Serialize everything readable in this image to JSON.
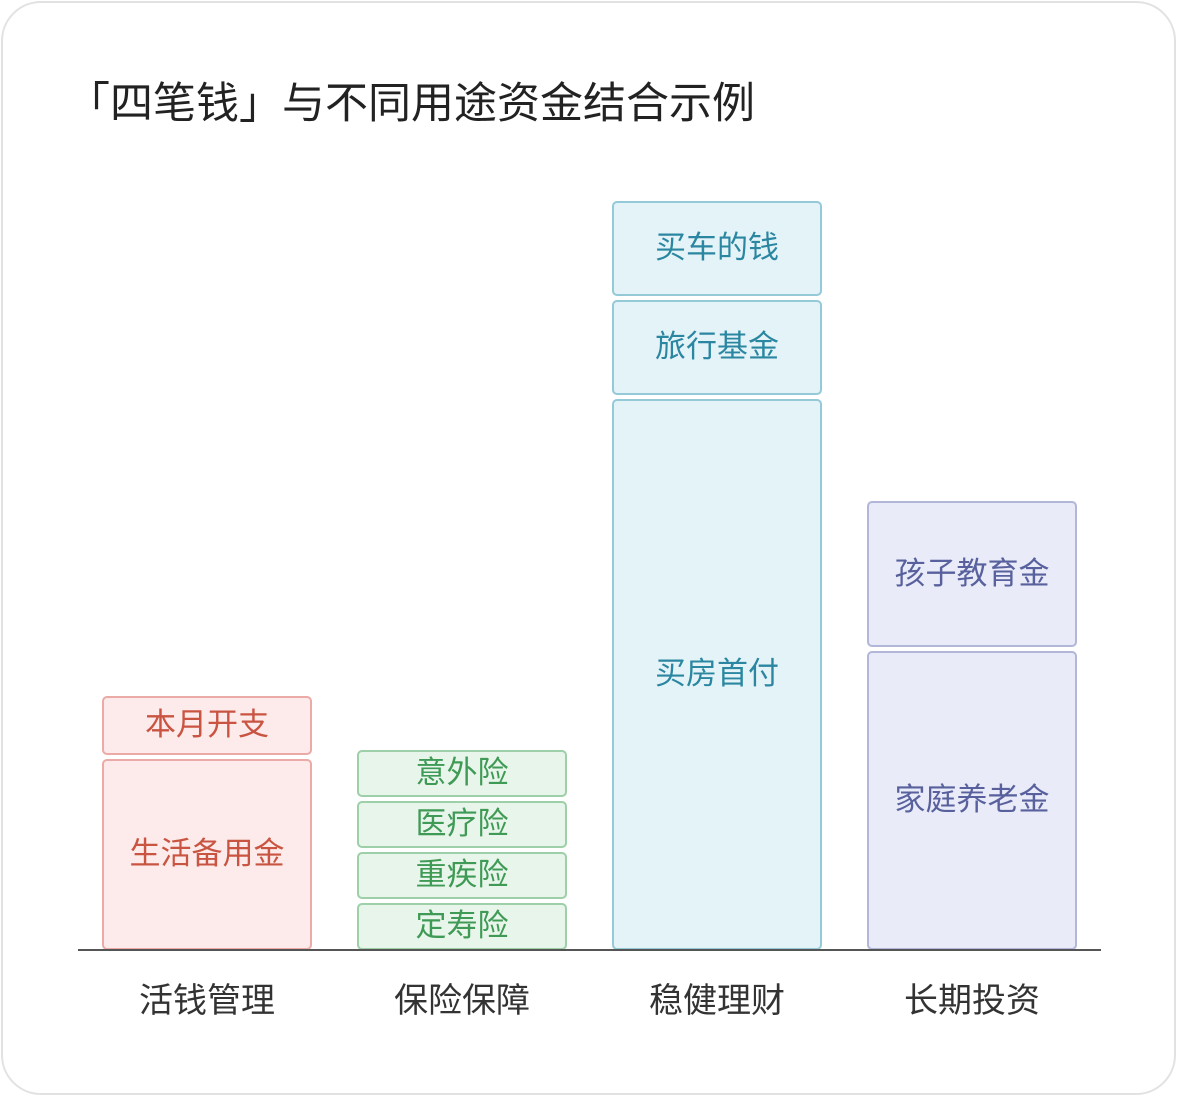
{
  "title": "「四笔钱」与不同用途资金结合示例",
  "categories": [
    {
      "label": "活钱管理",
      "color": "red",
      "blocks": [
        "生活备用金",
        "本月开支"
      ]
    },
    {
      "label": "保险保障",
      "color": "green",
      "blocks": [
        "定寿险",
        "重疾险",
        "医疗险",
        "意外险"
      ]
    },
    {
      "label": "稳健理财",
      "color": "blue",
      "blocks": [
        "买房首付",
        "旅行基金",
        "买车的钱"
      ]
    },
    {
      "label": "长期投资",
      "color": "purple",
      "blocks": [
        "家庭养老金",
        "孩子教育金"
      ]
    }
  ],
  "colors": {
    "red": {
      "fill": "#fcebea",
      "border": "#ebaaa6",
      "text": "#c95442"
    },
    "green": {
      "fill": "#e8f5eb",
      "border": "#9dcfa8",
      "text": "#3f9a55"
    },
    "blue": {
      "fill": "#e4f3f8",
      "border": "#94c9d8",
      "text": "#2b87a1"
    },
    "purple": {
      "fill": "#e9ebf8",
      "border": "#b2b6d9",
      "text": "#58619d"
    }
  }
}
